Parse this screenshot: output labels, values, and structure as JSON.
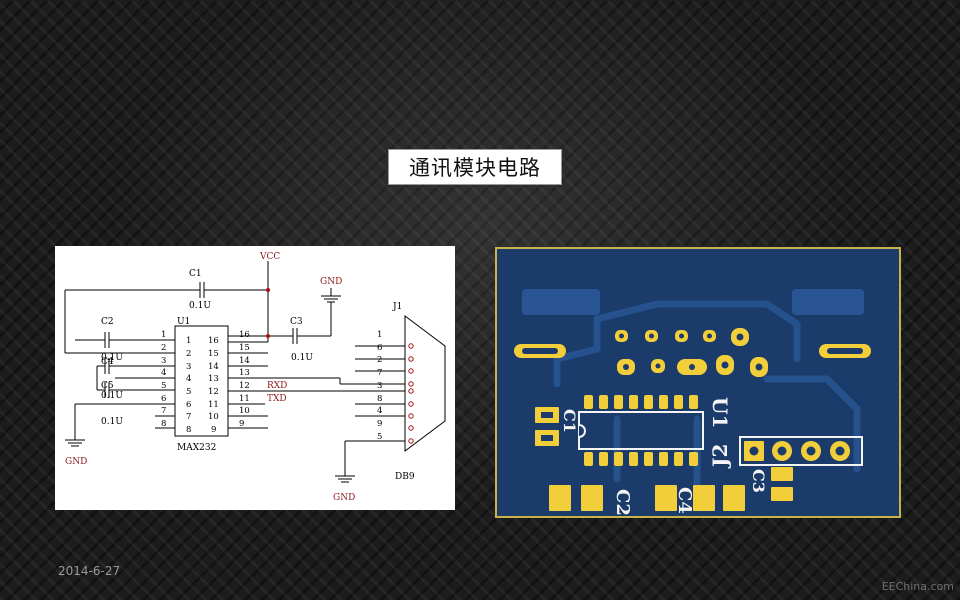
{
  "title": "通讯模块电路",
  "date": "2014-6-27",
  "watermark": "EEChina.com",
  "schematic": {
    "ic_ref": "U1",
    "ic_name": "MAX232",
    "ic_left_pins": [
      "1",
      "2",
      "3",
      "4",
      "5",
      "6",
      "7",
      "8"
    ],
    "ic_right_pins": [
      "16",
      "15",
      "14",
      "13",
      "12",
      "11",
      "10",
      "9"
    ],
    "vcc": "VCC",
    "gnd_top": "GND",
    "gnd_left": "GND",
    "gnd_bottom": "GND",
    "signal_rxd": "RXD",
    "signal_txd": "TXD",
    "connector_ref": "J1",
    "connector_name": "DB9",
    "connector_pins": [
      "1",
      "6",
      "2",
      "7",
      "3",
      "8",
      "4",
      "9",
      "5"
    ],
    "capacitors": [
      {
        "ref": "C1",
        "value": "0.1U"
      },
      {
        "ref": "C2",
        "value": "0.1U"
      },
      {
        "ref": "C3",
        "value": "0.1U"
      },
      {
        "ref": "C4",
        "value": "0.1U"
      },
      {
        "ref": "C5",
        "value": "0.1U"
      }
    ]
  },
  "pcb": {
    "label_u1": "U1",
    "label_j2": "J2",
    "label_c1": "C1",
    "label_c2": "C2",
    "label_c3": "C3",
    "label_c4": "C4",
    "colors": {
      "board": "#1b3b6a",
      "copper": "#f2cf3a",
      "silk": "#f4f4f4",
      "trace": "#25528c"
    }
  }
}
